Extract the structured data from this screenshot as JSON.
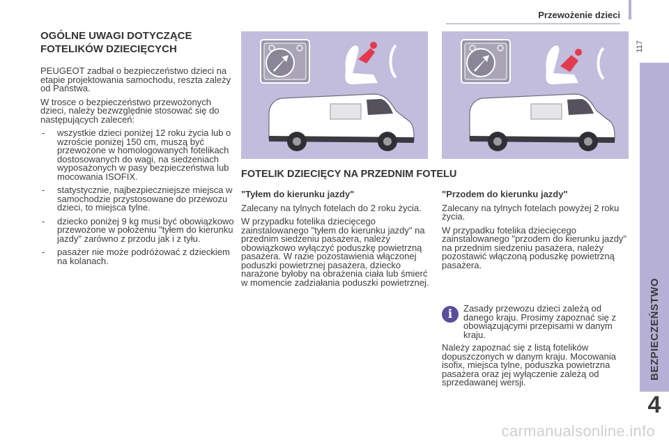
{
  "header": {
    "title": "Przewożenie dzieci",
    "page_number": "117"
  },
  "sidebar": {
    "label": "BEZPIECZEŃSTWO",
    "chapter": "4"
  },
  "intro": {
    "title": "OGÓLNE UWAGI DOTYCZĄCE FOTELIKÓW DZIECIĘCYCH",
    "paragraph1": "PEUGEOT zadbał o bezpieczeństwo dzieci na etapie projektowania samochodu, reszta zależy od Państwa.",
    "paragraph2": "W trosce o bezpieczeństwo przewożonych dzieci, należy bezwzględnie stosować się do następujących zaleceń:",
    "bullets": [
      "wszystkie dzieci poniżej 12 roku życia lub o wzroście poniżej 150 cm, muszą być przewożone w homologowanych fotelikach dostosowanych do wagi, na siedzeniach wyposażonych w pasy bezpieczeństwa lub mocowania ISOFIX.",
      "statystycznie, najbezpieczniejsze miejsca w samochodzie przystosowane do przewozu dzieci, to miejsca tylne.",
      "dziecko poniżej 9 kg musi być obowiązkowo przewożone w położeniu \"tyłem do kierunku jazdy\" zarówno z przodu jak i z tyłu.",
      "pasażer nie może podróżować z dzieckiem na kolanach."
    ]
  },
  "front_seat": {
    "title": "FOTELIK DZIECIĘCY NA PRZEDNIM FOTELU",
    "rear_facing": {
      "heading": "\"Tyłem do kierunku jazdy\"",
      "p1": "Zalecany na tylnych fotelach do 2 roku życia.",
      "p2": "W przypadku fotelika dziecięcego zainstalowanego \"tyłem do kierunku jazdy\" na przednim siedzeniu pasażera, należy obowiązkowo wyłączyć poduszkę powietrzną pasażera. W razie pozostawienia włączonej poduszki powietrznej pasażera, dziecko narażone byłoby na obrażenia ciała lub śmierć w momencie zadziałania poduszki powietrznej."
    },
    "forward_facing": {
      "heading": "\"Przodem do kierunku jazdy\"",
      "p1": "Zalecany na tylnych fotelach powyżej 2 roku życia.",
      "p2": "W przypadku fotelika dziecięcego zainstalowanego \"przodem do kierunku jazdy\" na przednim siedzeniu pasażera, należy pozostawić włączoną poduszkę powietrzną pasażera."
    }
  },
  "info": {
    "note": "Zasady przewozu dzieci zależą od danego kraju. Prosimy zapoznać się z obowiązującymi przepisami w danym kraju.",
    "text": "Należy zapoznać się z listą fotelików dopuszczonych w danym kraju. Mocowania isofix, miejsca tylne, poduszka powietrzna pasażera oraz jej wyłączenie zależą od sprzedawanej wersji."
  },
  "watermark": "carmanualsonline.info",
  "colors": {
    "accent": "#b7b0d6",
    "image_bg": "#c2bcdd",
    "info_icon": "#5b4d9c",
    "seat_highlight": "#e23a4e"
  }
}
